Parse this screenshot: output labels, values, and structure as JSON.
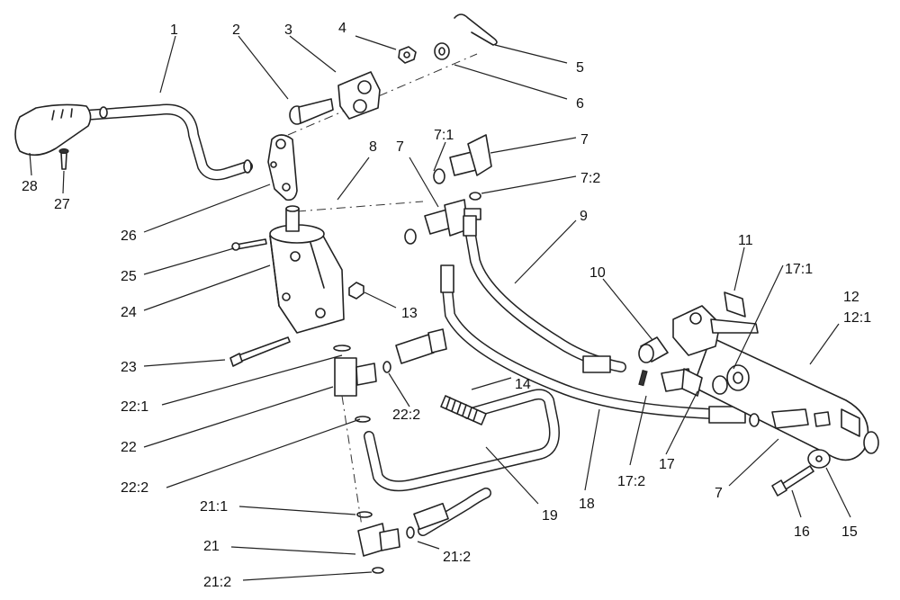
{
  "callouts": [
    {
      "id": "c1",
      "text": "1"
    },
    {
      "id": "c2",
      "text": "2"
    },
    {
      "id": "c3",
      "text": "3"
    },
    {
      "id": "c4",
      "text": "4"
    },
    {
      "id": "c5",
      "text": "5"
    },
    {
      "id": "c6",
      "text": "6"
    },
    {
      "id": "c7a",
      "text": "7:1"
    },
    {
      "id": "c7b",
      "text": "7"
    },
    {
      "id": "c7c",
      "text": "7"
    },
    {
      "id": "c7d",
      "text": "7:2"
    },
    {
      "id": "c8",
      "text": "8"
    },
    {
      "id": "c9",
      "text": "9"
    },
    {
      "id": "c10",
      "text": "10"
    },
    {
      "id": "c11",
      "text": "11"
    },
    {
      "id": "c17a",
      "text": "17:1"
    },
    {
      "id": "c12",
      "text": "12"
    },
    {
      "id": "c12b",
      "text": "12:1"
    },
    {
      "id": "c13",
      "text": "13"
    },
    {
      "id": "c14",
      "text": "14"
    },
    {
      "id": "c15",
      "text": "15"
    },
    {
      "id": "c16",
      "text": "16"
    },
    {
      "id": "c7e",
      "text": "7"
    },
    {
      "id": "c17",
      "text": "17"
    },
    {
      "id": "c17b",
      "text": "17:2"
    },
    {
      "id": "c18",
      "text": "18"
    },
    {
      "id": "c19",
      "text": "19"
    },
    {
      "id": "c20",
      "text": "21:2"
    },
    {
      "id": "c21",
      "text": "21"
    },
    {
      "id": "c21a",
      "text": "21:1"
    },
    {
      "id": "c21c",
      "text": "21:2"
    },
    {
      "id": "c22",
      "text": "22"
    },
    {
      "id": "c22a",
      "text": "22:1"
    },
    {
      "id": "c22b",
      "text": "22:2"
    },
    {
      "id": "c22c",
      "text": "22:2"
    },
    {
      "id": "c23",
      "text": "23"
    },
    {
      "id": "c24",
      "text": "24"
    },
    {
      "id": "c25",
      "text": "25"
    },
    {
      "id": "c26",
      "text": "26"
    },
    {
      "id": "c27",
      "text": "27"
    },
    {
      "id": "c28",
      "text": "28"
    }
  ]
}
